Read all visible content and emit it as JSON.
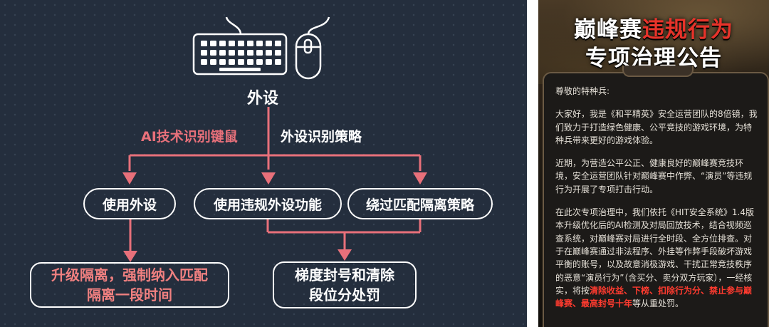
{
  "diagram": {
    "top_label": "外设",
    "edge_label_left": "AI技术识别键鼠",
    "edge_label_right": "外设识别策略",
    "nodes": {
      "use_peripheral": "使用外设",
      "use_illegal": "使用违规外设功能",
      "bypass": "绕过匹配隔离策略"
    },
    "outcomes": {
      "left_line1": "升级隔离，强制纳入匹配",
      "left_line2": "隔离一段时间",
      "right_line1": "梯度封号和清除",
      "right_line2": "段位分处罚"
    },
    "colors": {
      "background": "#242e3d",
      "accent": "#e8707a",
      "text": "#ffffff",
      "outcome_red": "#f08080"
    },
    "icons": [
      "keyboard-icon",
      "mouse-icon"
    ]
  },
  "notice": {
    "title_line1_white": "巅峰赛",
    "title_line1_red": "违规行为",
    "title_line2": "专项治理公告",
    "greeting": "尊敬的特种兵:",
    "para1": "大家好，我是《和平精英》安全运营团队的8倍镜，我们致力于打造绿色健康、公平竞技的游戏环境，为特种兵带来更好的游戏体验。",
    "para2": "近期，为营造公平公正、健康良好的巅峰赛竞技环境，安全运营团队针对巅峰赛中作弊、“演员”等违规行为开展了专项打击行动。",
    "para3_a": "在此次专项治理中，我们依托《HIT安全系统》1.4版本升级优化后的AI检测及对局回放技术，结合视频巡查系统，对巅峰赛对局进行全时段、全方位排查。对于在巅峰赛通过非法程序、外挂等作弊手段破坏游戏平衡的账号，以及故意消极游戏、干扰正常竞技秩序的恶意“演员行为”（含买分、卖分双方玩家），一经核实，将按",
    "para3_highlight": "清除收益、下榜、扣除行为分、禁止参与巅峰赛、最高封号十年",
    "para3_c": "等从重处罚。",
    "colors": {
      "highlight": "#ff3b2f",
      "title_red": "#e8332a",
      "panel_border": "#6b5a44"
    }
  }
}
